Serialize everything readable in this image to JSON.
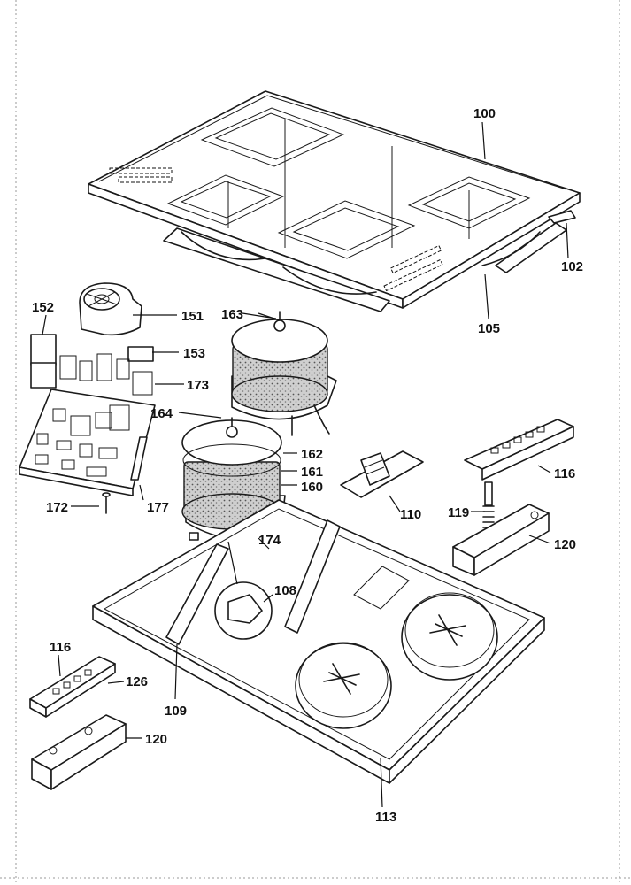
{
  "diagram": {
    "part_labels": [
      {
        "id": "100",
        "text": "100"
      },
      {
        "id": "102",
        "text": "102"
      },
      {
        "id": "105",
        "text": "105"
      },
      {
        "id": "152",
        "text": "152"
      },
      {
        "id": "151",
        "text": "151"
      },
      {
        "id": "153",
        "text": "153"
      },
      {
        "id": "173",
        "text": "173"
      },
      {
        "id": "163",
        "text": "163"
      },
      {
        "id": "164",
        "text": "164"
      },
      {
        "id": "162",
        "text": "162"
      },
      {
        "id": "161",
        "text": "161"
      },
      {
        "id": "160",
        "text": "160"
      },
      {
        "id": "172",
        "text": "172"
      },
      {
        "id": "177",
        "text": "177"
      },
      {
        "id": "174",
        "text": "174"
      },
      {
        "id": "110",
        "text": "110"
      },
      {
        "id": "116a",
        "text": "116"
      },
      {
        "id": "119",
        "text": "119"
      },
      {
        "id": "120a",
        "text": "120"
      },
      {
        "id": "108",
        "text": "108"
      },
      {
        "id": "116b",
        "text": "116"
      },
      {
        "id": "126",
        "text": "126"
      },
      {
        "id": "109",
        "text": "109"
      },
      {
        "id": "120b",
        "text": "120"
      },
      {
        "id": "113",
        "text": "113"
      }
    ]
  }
}
